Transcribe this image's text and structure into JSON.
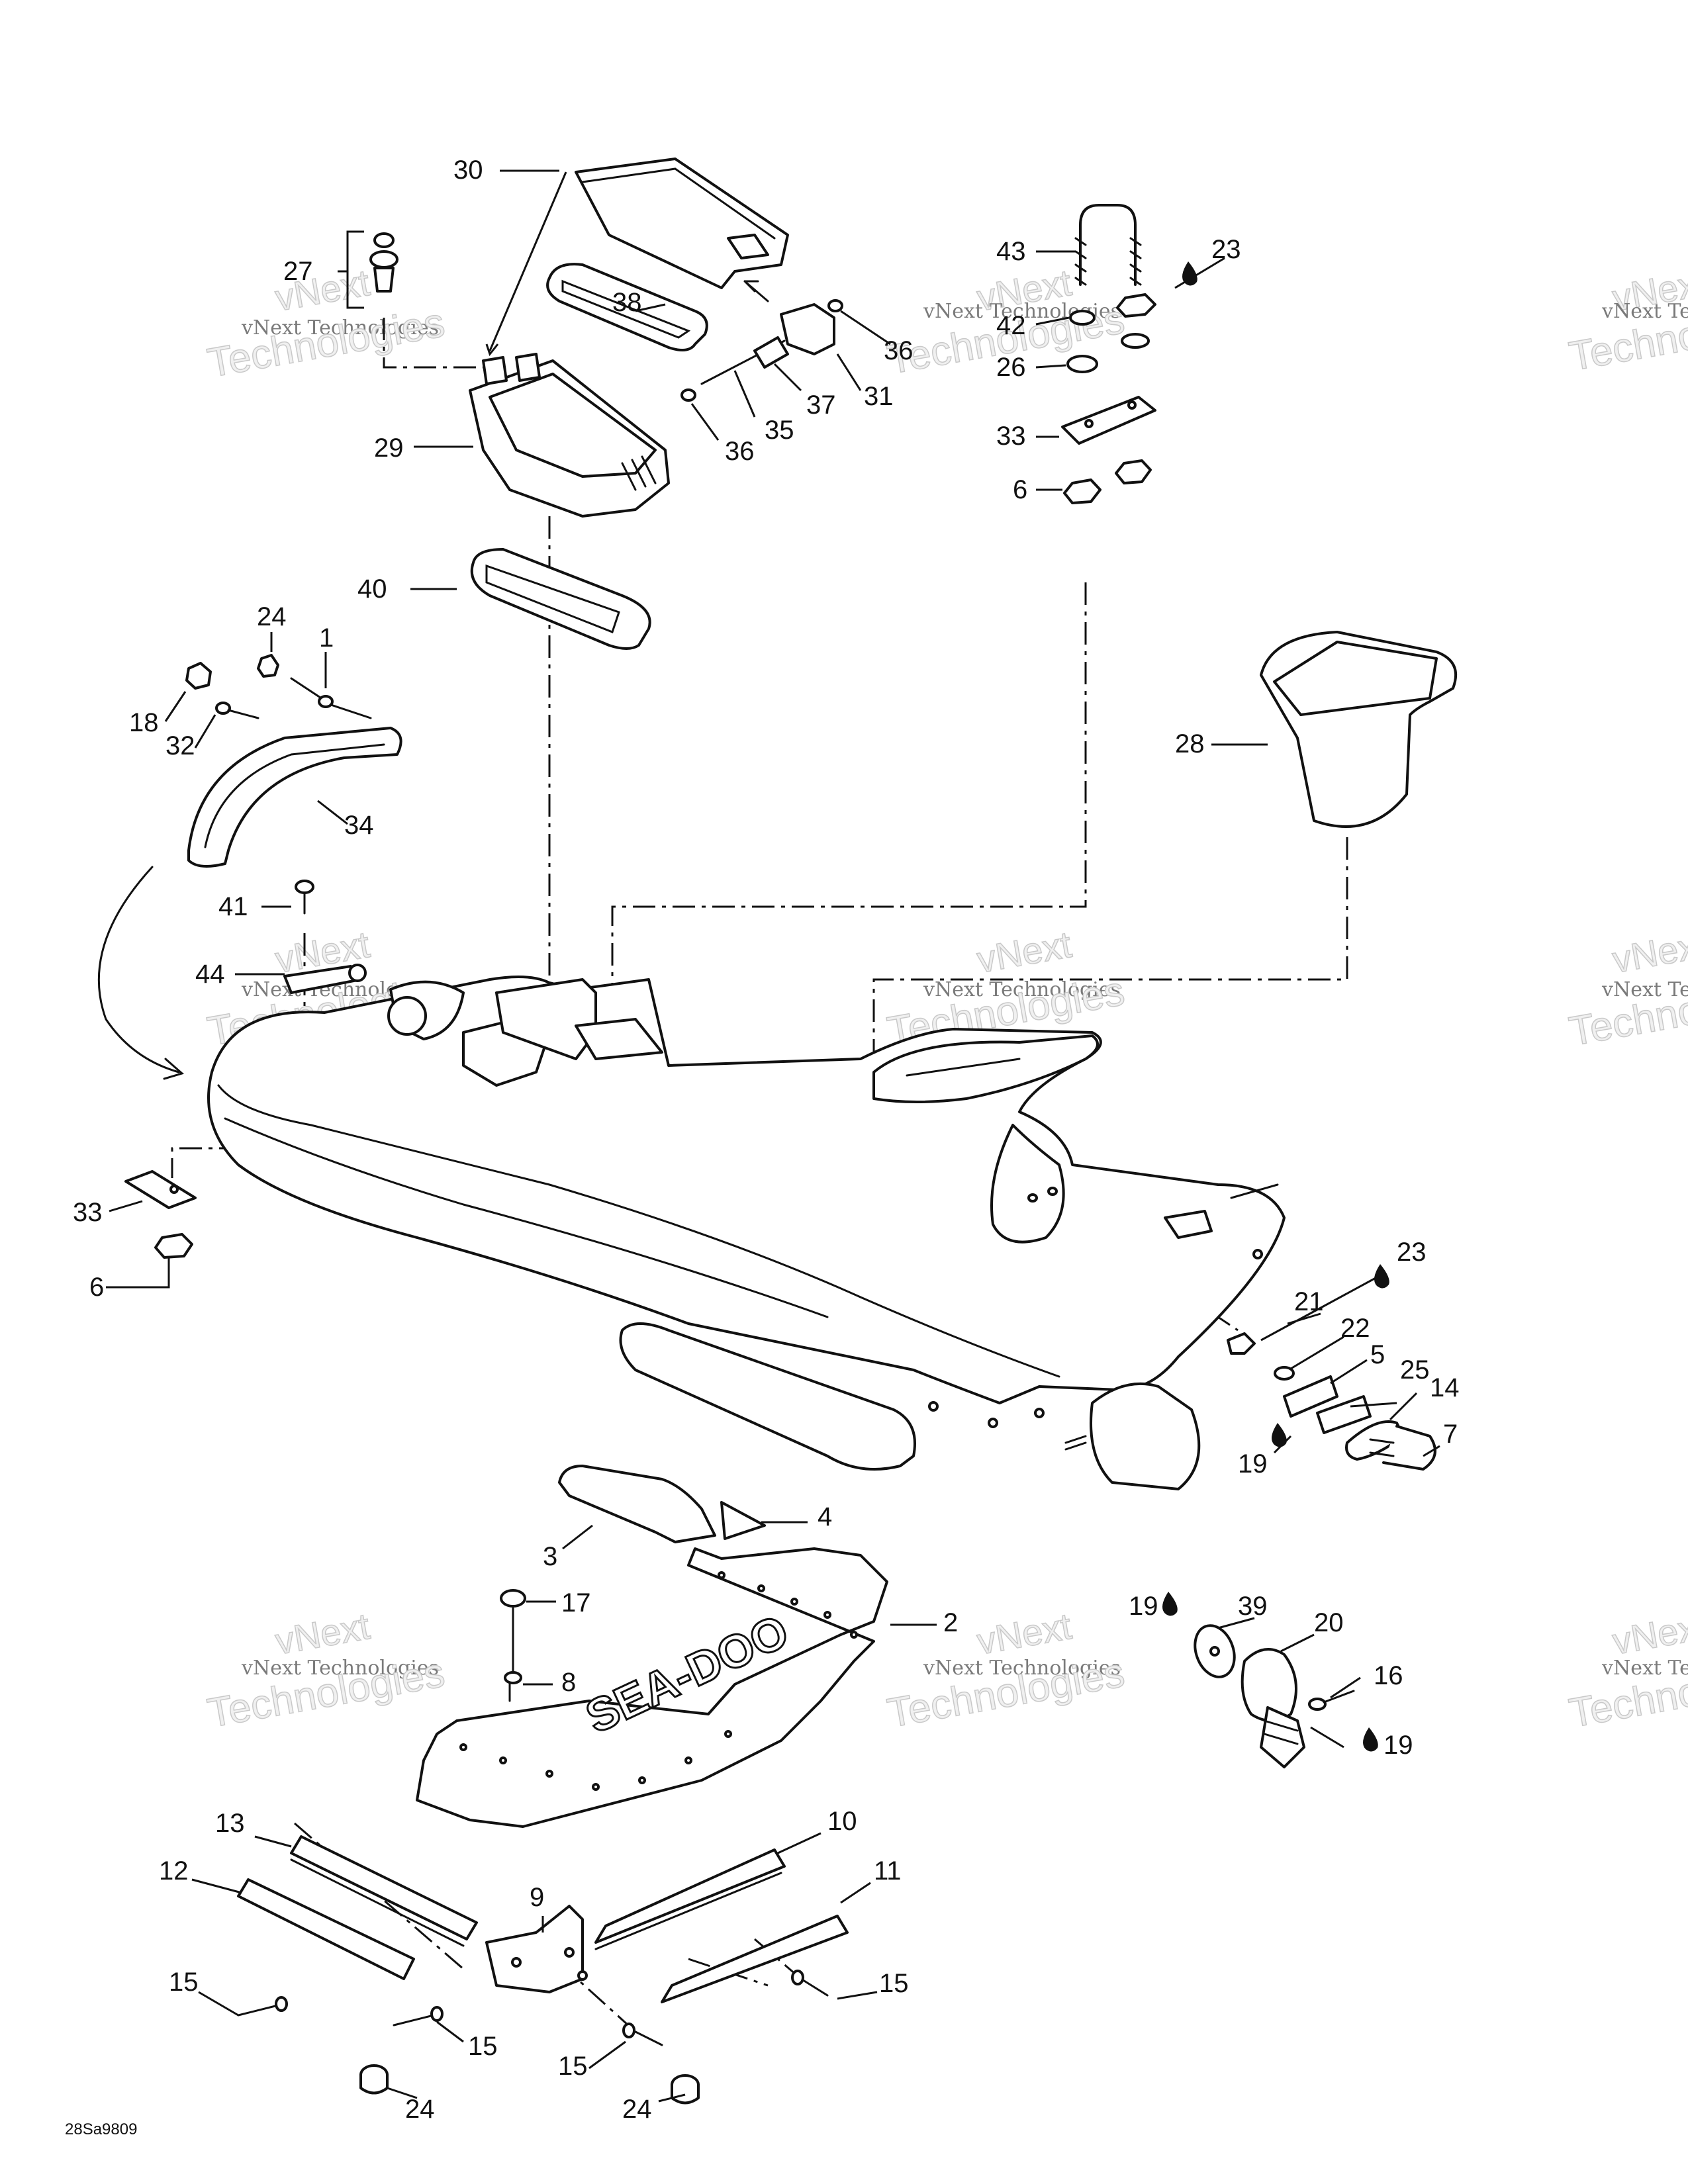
{
  "watermark": {
    "line1": "vNext Technologies",
    "line2": "Technologies",
    "faint": "vNext"
  },
  "brand_logo": "SEA-DOO",
  "figure_code": "28Sa9809",
  "callouts": [
    "30",
    "27",
    "38",
    "36",
    "31",
    "37",
    "35",
    "36",
    "29",
    "40",
    "43",
    "42",
    "23",
    "26",
    "33",
    "6",
    "24",
    "1",
    "18",
    "32",
    "34",
    "41",
    "44",
    "28",
    "33",
    "6",
    "23",
    "21",
    "22",
    "5",
    "25",
    "14",
    "7",
    "19",
    "4",
    "3",
    "2",
    "17",
    "8",
    "19",
    "39",
    "20",
    "16",
    "19",
    "13",
    "10",
    "12",
    "11",
    "9",
    "15",
    "15",
    "15",
    "15",
    "24",
    "24"
  ],
  "drop_marks": [
    "fluid-drop",
    "fluid-drop",
    "fluid-drop",
    "fluid-drop",
    "fluid-drop"
  ]
}
